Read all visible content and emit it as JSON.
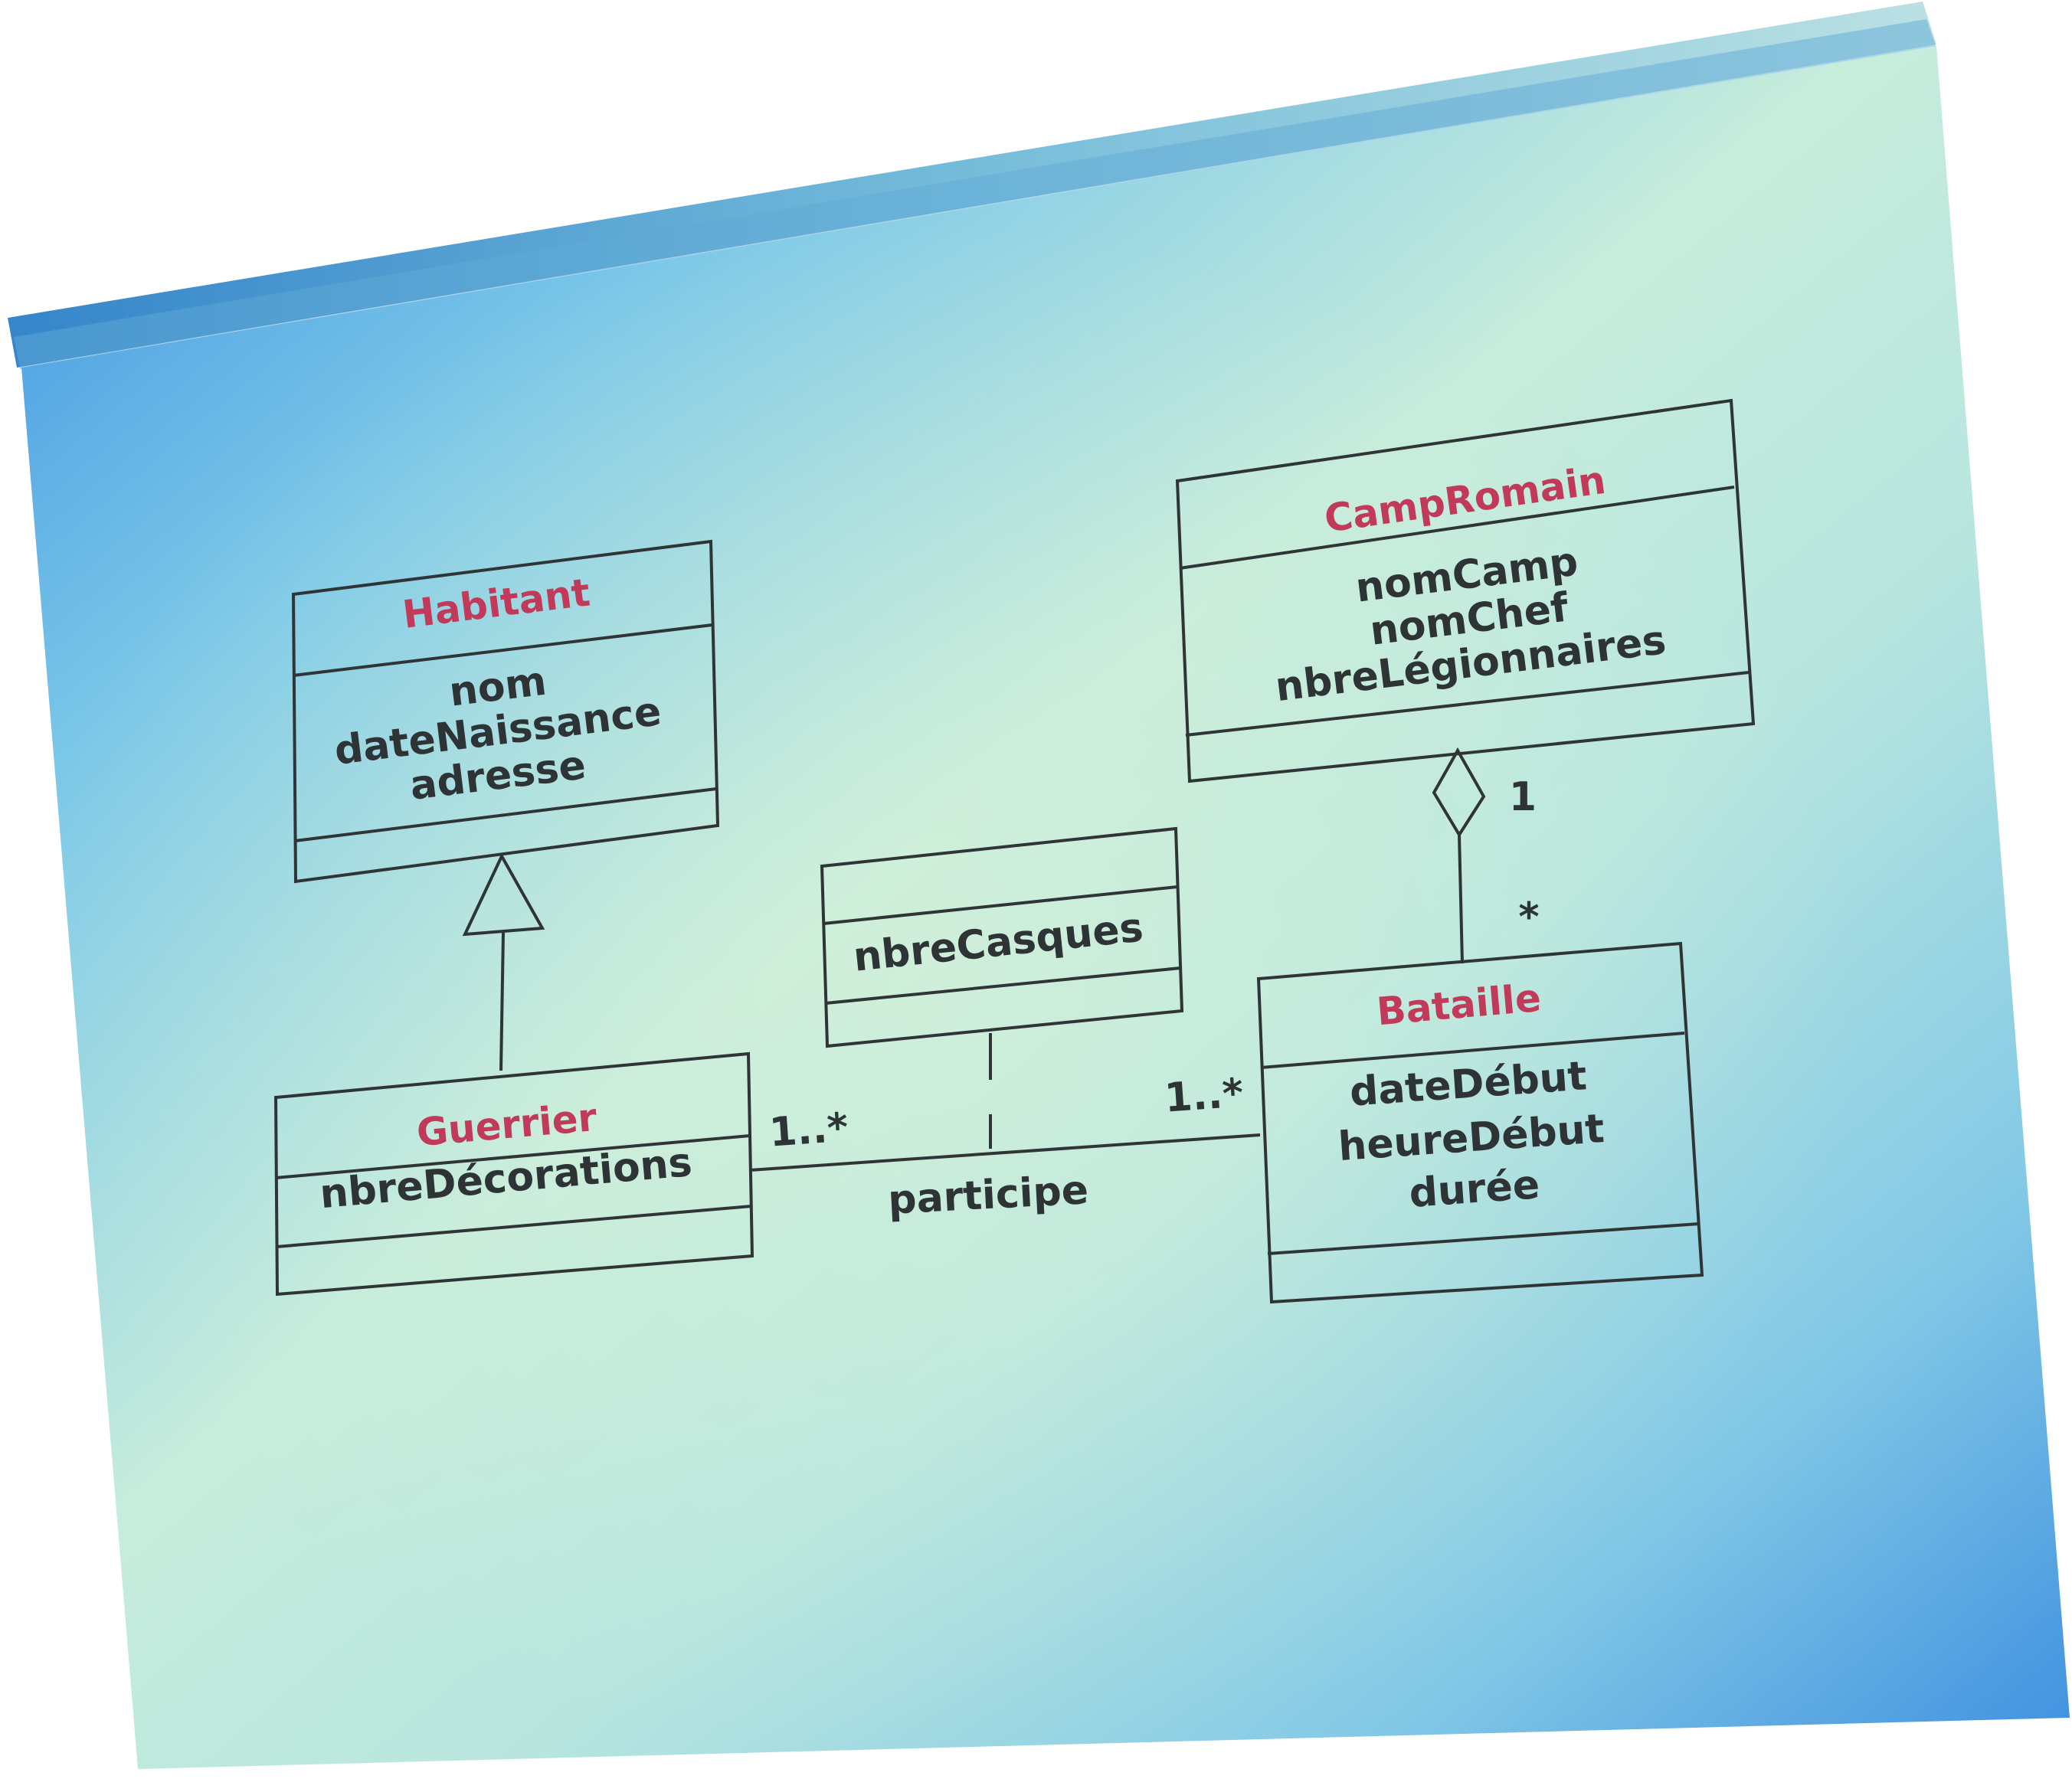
{
  "colors": {
    "class_name": "#c23a5a",
    "text": "#2e3336",
    "line": "#2f3436",
    "gradient_blue": "#3d8ee0",
    "gradient_mint": "#c9ecdc"
  },
  "classes": {
    "habitant": {
      "name": "Habitant",
      "attributes": [
        "nom",
        "dateNaissance",
        "adresse"
      ]
    },
    "guerrier": {
      "name": "Guerrier",
      "attributes": [
        "nbreDécorations"
      ]
    },
    "association_class": {
      "name": "",
      "attributes": [
        "nbreCasques"
      ]
    },
    "camp_romain": {
      "name": "CampRomain",
      "attributes": [
        "nomCamp",
        "nomChef",
        "nbreLégionnaires"
      ]
    },
    "bataille": {
      "name": "Bataille",
      "attributes": [
        "dateDébut",
        "heureDébut",
        "durée"
      ]
    }
  },
  "relations": {
    "participe": {
      "label": "participe",
      "guerrier_multiplicity": "1..*",
      "bataille_multiplicity": "1..*"
    },
    "aggregation": {
      "camp_multiplicity": "1",
      "bataille_multiplicity": "*"
    },
    "generalization": {
      "parent": "Habitant",
      "child": "Guerrier"
    }
  }
}
